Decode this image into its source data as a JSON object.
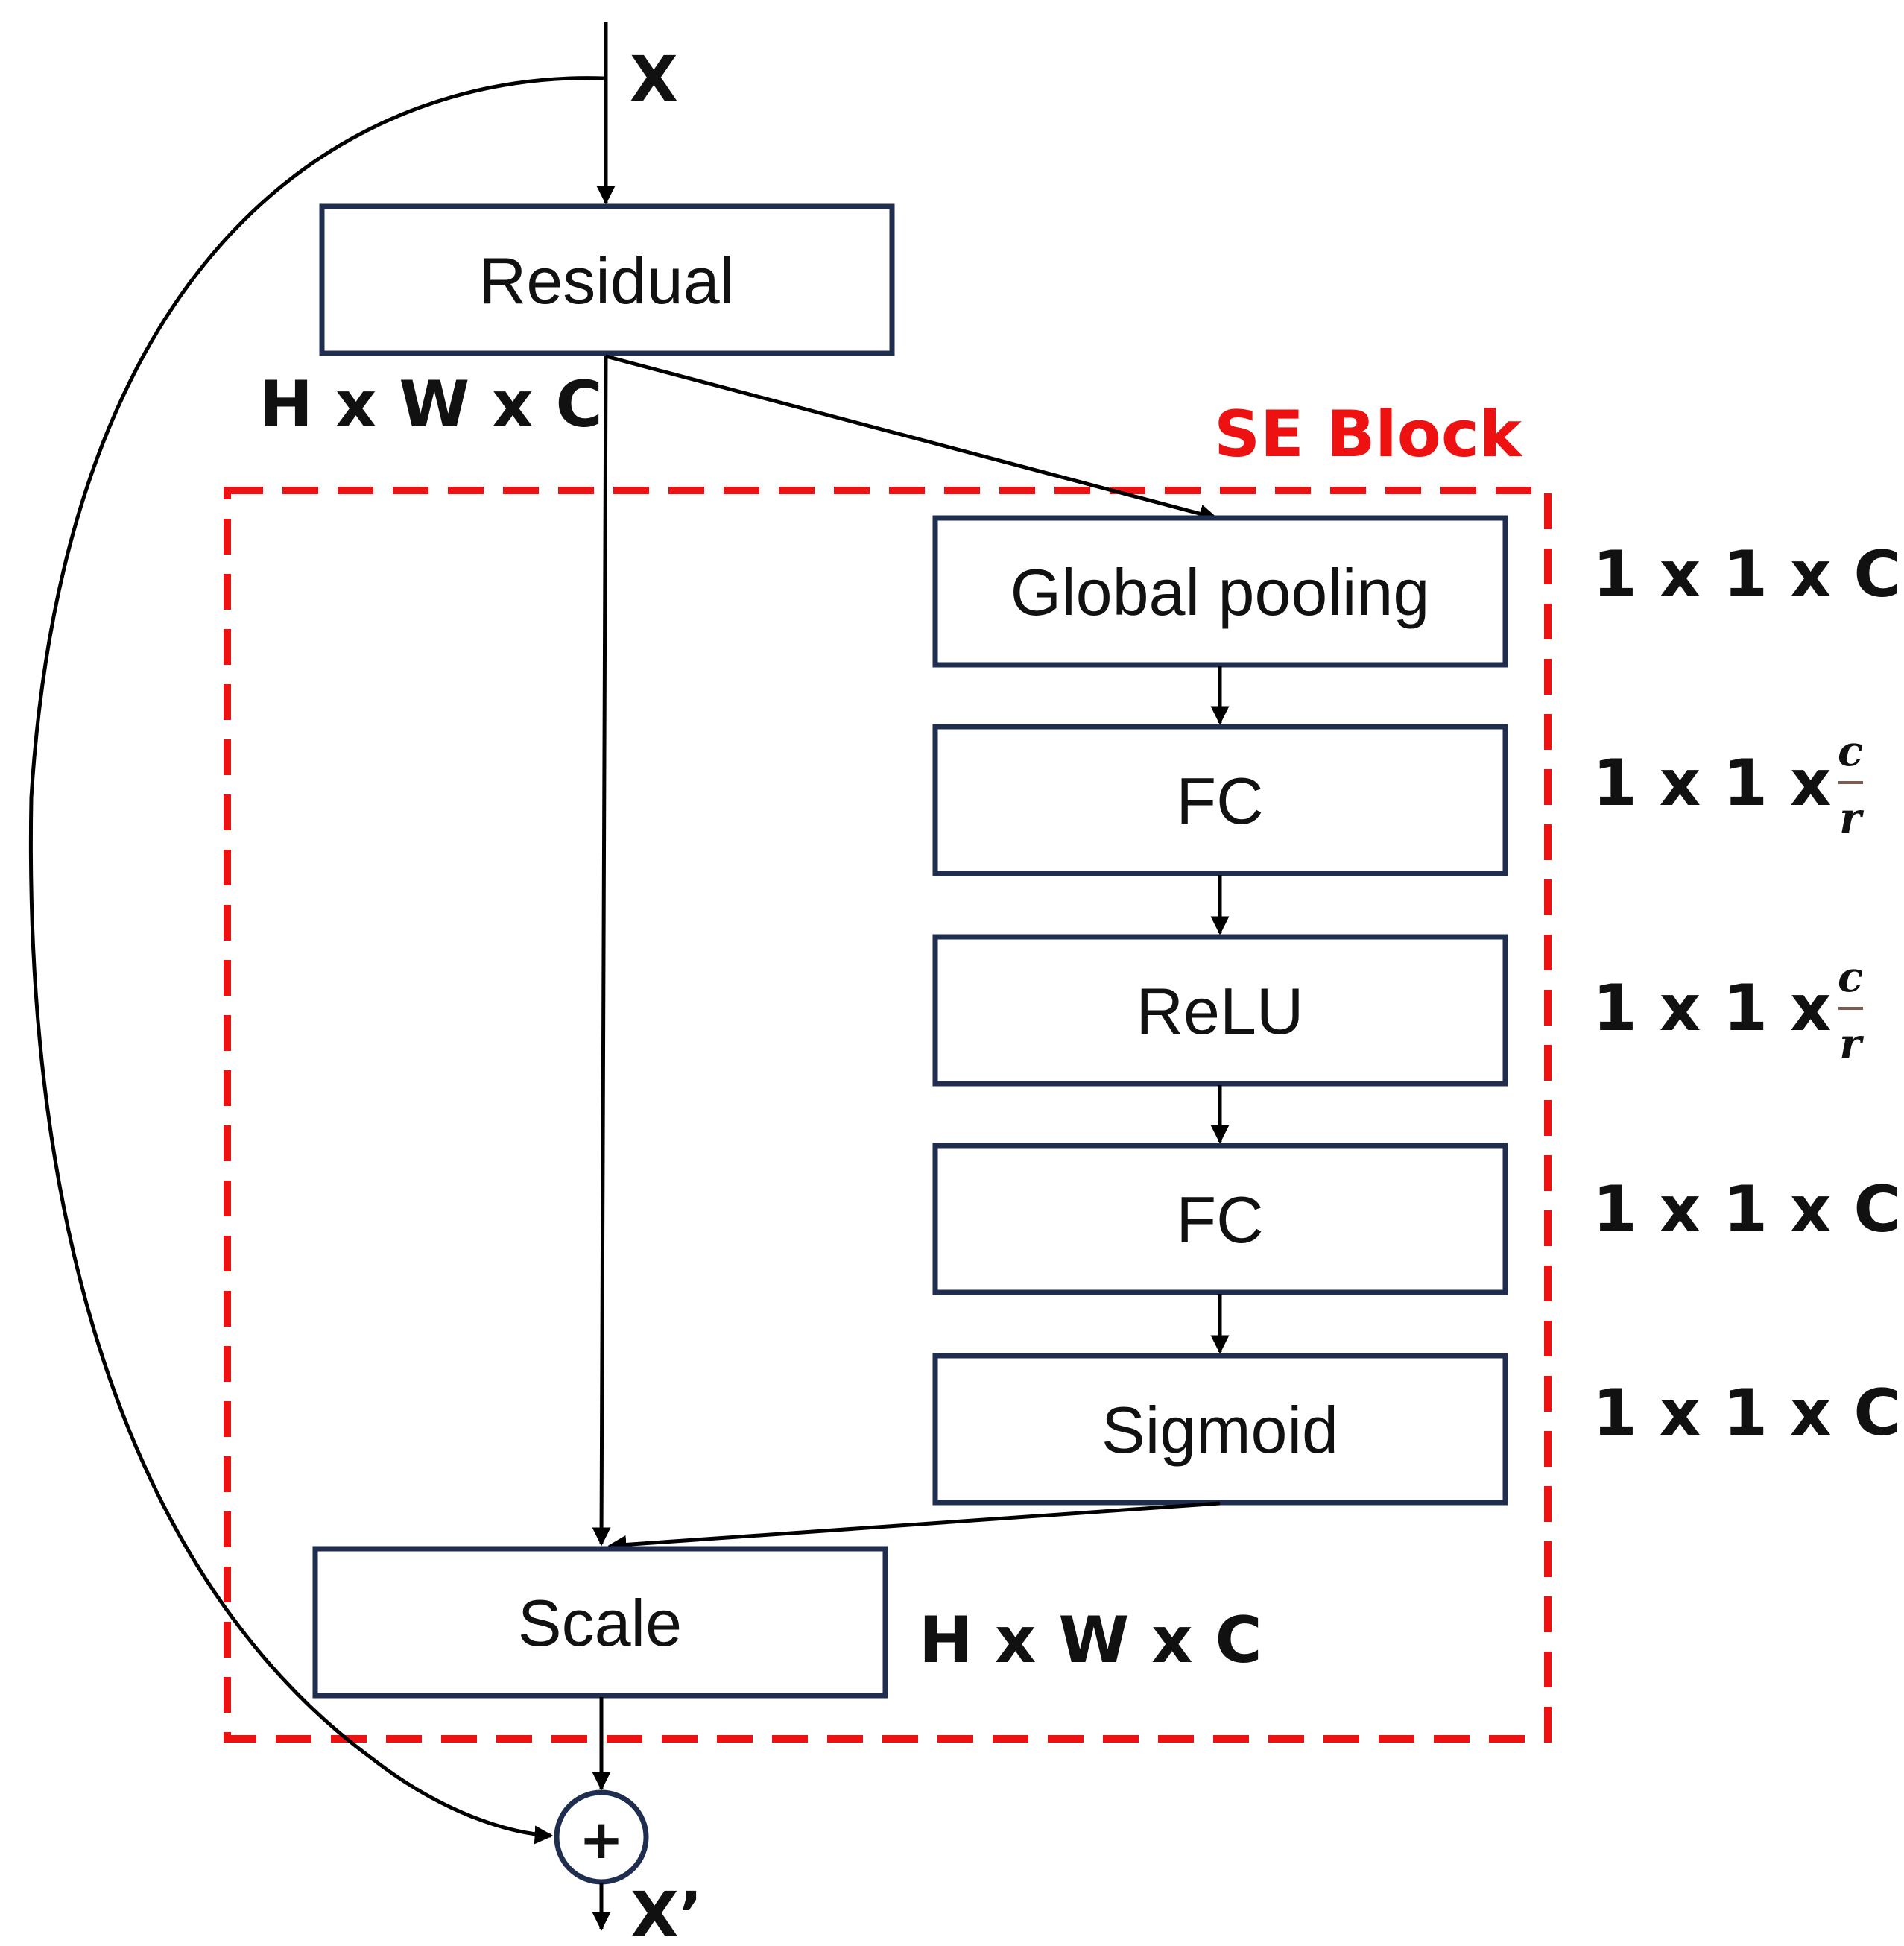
{
  "colors": {
    "se_block": "#ee1111",
    "box_border": "#1f2d4e",
    "arrow": "#000000"
  },
  "input": {
    "label": "X"
  },
  "output": {
    "label": "X’"
  },
  "residual": {
    "label": "Residual",
    "shape": "H x W x C"
  },
  "se_block": {
    "title": "SE Block",
    "layers": [
      {
        "label": "Global pooling",
        "shape": "1 x 1 x C"
      },
      {
        "label": "FC",
        "shape_prefix": "1 x 1 x",
        "shape_num": "c",
        "shape_den": "r"
      },
      {
        "label": "ReLU",
        "shape_prefix": "1 x 1 x",
        "shape_num": "c",
        "shape_den": "r"
      },
      {
        "label": "FC",
        "shape": "1 x 1 x C"
      },
      {
        "label": "Sigmoid",
        "shape": "1 x 1 x C"
      }
    ],
    "scale": {
      "label": "Scale",
      "shape": "H x W x C"
    }
  },
  "sum_symbol": "+"
}
